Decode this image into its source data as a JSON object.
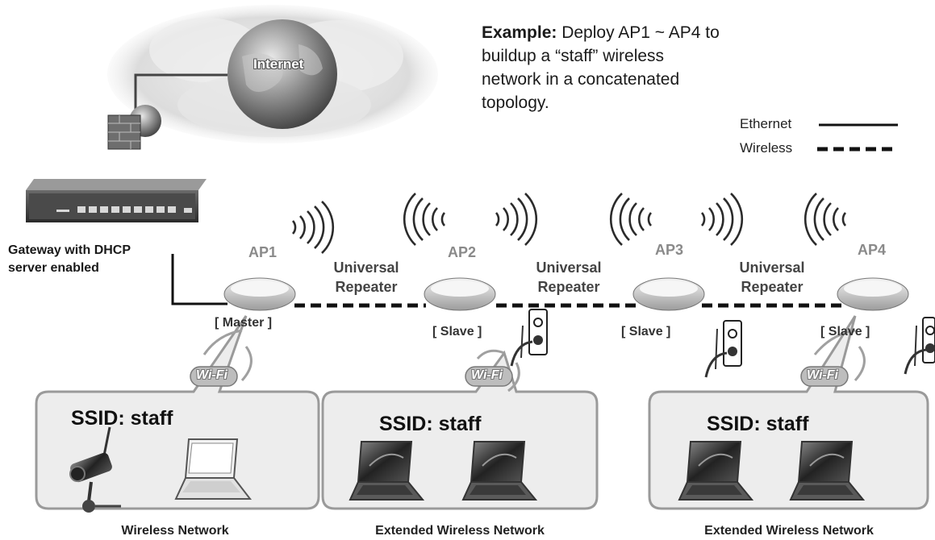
{
  "example": {
    "label": "Example:",
    "text": " Deploy AP1 ~ AP4 to buildup a “staff” wireless network in a concatenated topology."
  },
  "legend": {
    "ethernet": "Ethernet",
    "wireless": "Wireless"
  },
  "internet_label": "Internet",
  "gateway_label": "Gateway with DHCP\nserver enabled",
  "access_points": [
    {
      "name": "AP1",
      "role": "[ Master ]"
    },
    {
      "name": "AP2",
      "role": "[ Slave ]"
    },
    {
      "name": "AP3",
      "role": "[ Slave ]"
    },
    {
      "name": "AP4",
      "role": "[ Slave ]"
    }
  ],
  "repeater_label": "Universal\nRepeater",
  "wifi_badge": "Wi-Fi",
  "networks": [
    {
      "ssid": "SSID: staff",
      "label": "Wireless Network"
    },
    {
      "ssid": "SSID: staff",
      "label": "Extended Wireless Network"
    },
    {
      "ssid": "SSID: staff",
      "label": "Extended Wireless Network"
    }
  ],
  "colors": {
    "line": "#111111",
    "ap_label": "#8a8a8a",
    "box_border": "#9a9a9a"
  }
}
